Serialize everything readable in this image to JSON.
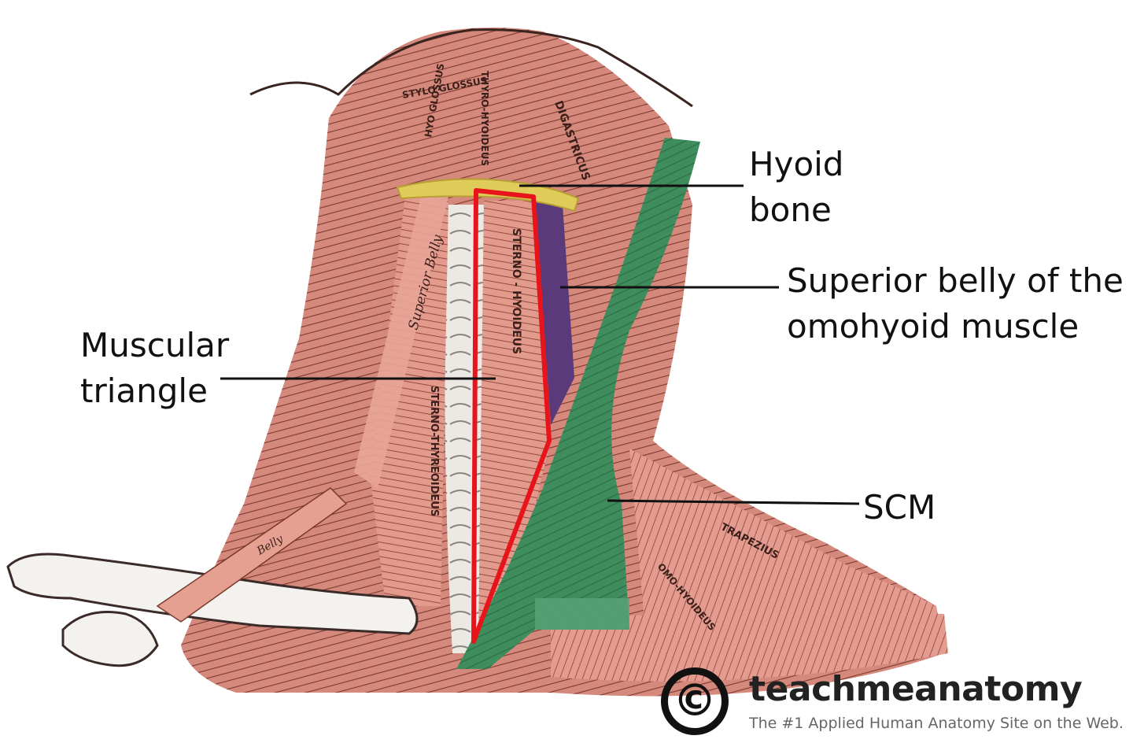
{
  "labels": {
    "hyoid": [
      "Hyoid",
      "bone"
    ],
    "omohyoid": [
      "Superior belly of the",
      "omohyoid muscle"
    ],
    "muscular_triangle": [
      "Muscular",
      "triangle"
    ],
    "scm": "SCM"
  },
  "engraving_text": {
    "stylo_glossus": "STYLO GLOSSUS",
    "hyo_glossus": "HYO GLOSSUS",
    "thyro_hyoideus": "THYRO-HYOIDEUS",
    "digastricus": "DIGASTRICUS",
    "sterno_hyoideus": "STERNO - HYOIDEUS",
    "sterno_thyreoideus": "STERNO-THYREOIDEUS",
    "superior_belly": "Superior Belly",
    "trapezius": "TRAPEZIUS",
    "omo_hyoideus": "OMO-HYOIDEUS",
    "belly": "Belly"
  },
  "logo": {
    "mark": "©",
    "name": "teachmeanatomy",
    "tagline": "The #1 Applied Human Anatomy Site on the Web."
  },
  "colors": {
    "muscle": "#d98c7e",
    "muscle_dark": "#7a3a2e",
    "scm_green": "#3f8a5a",
    "hyoid_yellow": "#e0cc5a",
    "omohyoid_purple": "#5a3a7a",
    "triangle_red": "#e8141c",
    "bone": "#f4f2ee"
  }
}
